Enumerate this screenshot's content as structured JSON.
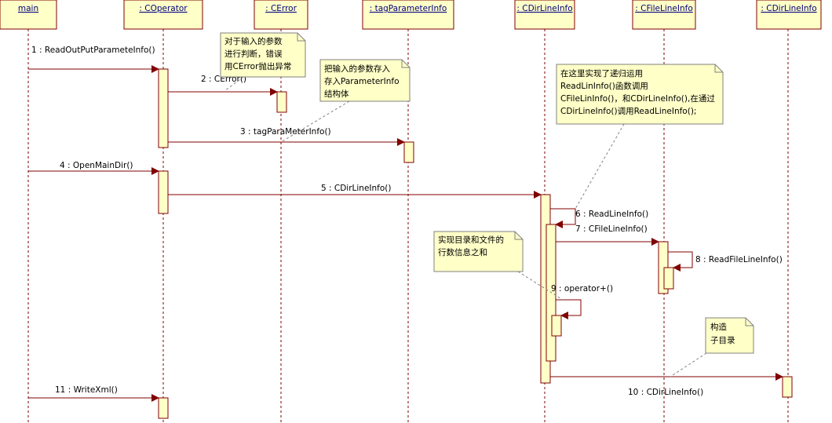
{
  "colors": {
    "box_fill": "#ffffc8",
    "box_stroke": "#800000",
    "line": "#800000",
    "note_stroke": "#808080",
    "label": "#000080"
  },
  "objects": [
    {
      "id": "main",
      "label": "main"
    },
    {
      "id": "coperator",
      "label": ": COperator"
    },
    {
      "id": "cerror",
      "label": ": CError"
    },
    {
      "id": "tagparam",
      "label": ": tagParameterInfo"
    },
    {
      "id": "cdir1",
      "label": ": CDirLineInfo"
    },
    {
      "id": "cfile",
      "label": ": CFileLineInfo"
    },
    {
      "id": "cdir2",
      "label": ": CDirLineInfo"
    }
  ],
  "messages": [
    {
      "id": "m1",
      "label": "1 : ReadOutPutParameteInfo()"
    },
    {
      "id": "m2",
      "label": "2 : CError()"
    },
    {
      "id": "m3",
      "label": "3 : tagParaMeterInfo()"
    },
    {
      "id": "m4",
      "label": "4 : OpenMainDir()"
    },
    {
      "id": "m5",
      "label": "5 : CDirLineInfo()"
    },
    {
      "id": "m6",
      "label": "6 : ReadLineInfo()"
    },
    {
      "id": "m7",
      "label": "7 : CFileLineInfo()"
    },
    {
      "id": "m8",
      "label": "8 : ReadFileLineInfo()"
    },
    {
      "id": "m9",
      "label": "9 : operator+()"
    },
    {
      "id": "m10",
      "label": "10 : CDirLineInfo()"
    },
    {
      "id": "m11",
      "label": "11 : WriteXml()"
    }
  ],
  "notes": [
    {
      "id": "n1",
      "lines": [
        "对于输入的参数",
        "进行判断，错误",
        "用CError抛出异常"
      ]
    },
    {
      "id": "n2",
      "lines": [
        "把输入的参数存入",
        "存入ParameterInfo",
        "结构体"
      ]
    },
    {
      "id": "n3",
      "lines": [
        "在这里实现了递归运用",
        "ReadLinInfo()函数调用",
        "CFileLinInfo()，和CDirLineInfo(),在通过",
        "CDirLineInfo()调用ReadLineInfo();"
      ]
    },
    {
      "id": "n4",
      "lines": [
        "实现目录和文件的",
        "行数信息之和"
      ]
    },
    {
      "id": "n5",
      "lines": [
        "构造",
        "子目录"
      ]
    }
  ]
}
